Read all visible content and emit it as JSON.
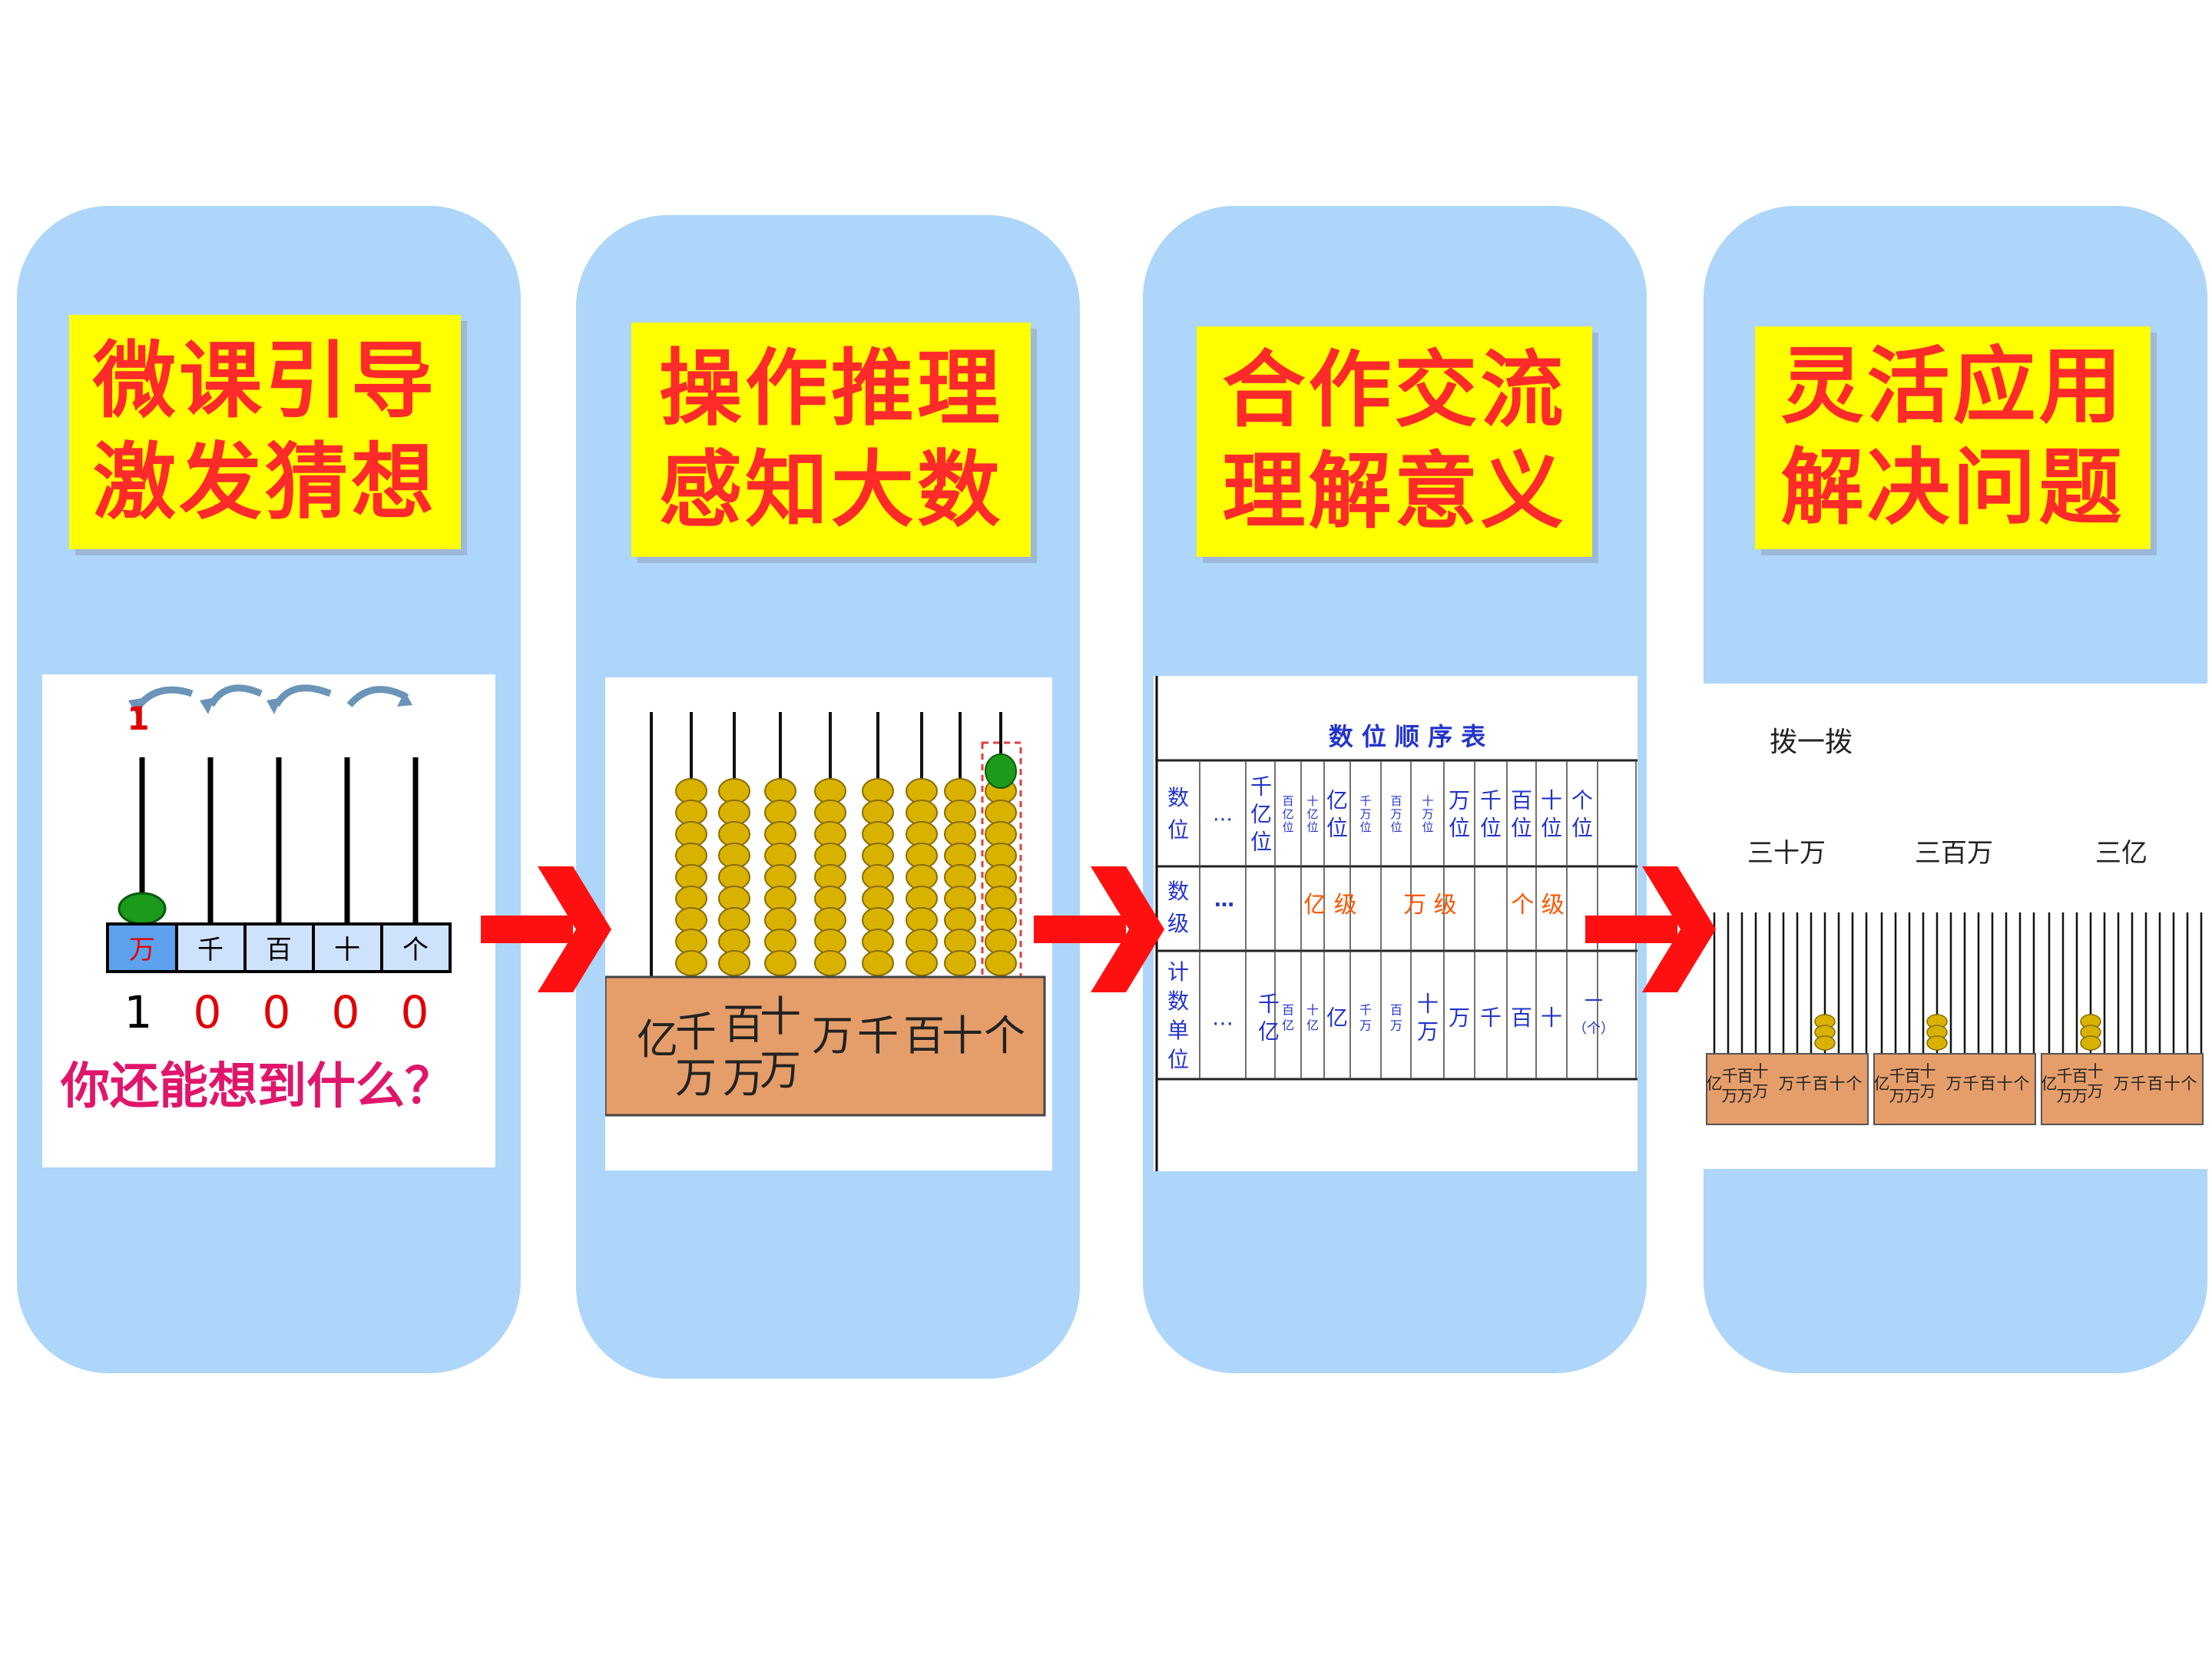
{
  "steps": [
    {
      "title_line1": "微课引导",
      "title_line2": "激发猜想"
    },
    {
      "title_line1": "操作推理",
      "title_line2": "感知大数"
    },
    {
      "title_line1": "合作交流",
      "title_line2": "理解意义"
    },
    {
      "title_line1": "灵活应用",
      "title_line2": "解决问题"
    }
  ],
  "panel1": {
    "top_digit": "1",
    "places": [
      "万",
      "千",
      "百",
      "十",
      "个"
    ],
    "number_first": "1",
    "number_zeros": [
      "0",
      "0",
      "0",
      "0"
    ],
    "question": "你还能想到什么？"
  },
  "panel2": {
    "labels": [
      "亿",
      "千",
      "万",
      "百",
      "万",
      "十",
      "万",
      "万",
      "千",
      "百",
      "十",
      "个"
    ]
  },
  "panel3": {
    "table_title": "数 位 顺 序 表",
    "row1_header": [
      "数",
      "位"
    ],
    "row1_cells": [
      "…",
      "千亿位",
      "百亿位",
      "十亿位",
      "亿位",
      "千万位",
      "百万位",
      "十万位",
      "万位",
      "千位",
      "百位",
      "十位",
      "个位"
    ],
    "row2_header": [
      "数",
      "级"
    ],
    "row2_cells": [
      "…",
      "亿 级",
      "万 级",
      "个 级"
    ],
    "row3_header": [
      "计",
      "数",
      "单",
      "位"
    ],
    "row3_cells": [
      "…",
      "千亿",
      "百亿",
      "十亿",
      "亿",
      "千万",
      "百万",
      "十万",
      "万",
      "千",
      "百",
      "十",
      "一",
      "（个）"
    ]
  },
  "panel4": {
    "heading": "拨一拨",
    "numbers": [
      "三十万",
      "三百万",
      "三亿"
    ],
    "labels": [
      "亿",
      "千",
      "万",
      "百",
      "万",
      "十",
      "万",
      "万",
      "千",
      "百",
      "十",
      "个"
    ]
  },
  "colors": {
    "card": "#add6fa",
    "title_bg": "#ffff00",
    "title_text": "#ff2a2a",
    "arrow": "#ff1010",
    "abacus_base": "#e59e6a",
    "bead": "#d9b200",
    "question": "#e0156b",
    "place_box": "#5da2ef",
    "digit_red": "#e00000",
    "table_blue": "#2233cc",
    "table_orange": "#ff5500"
  }
}
